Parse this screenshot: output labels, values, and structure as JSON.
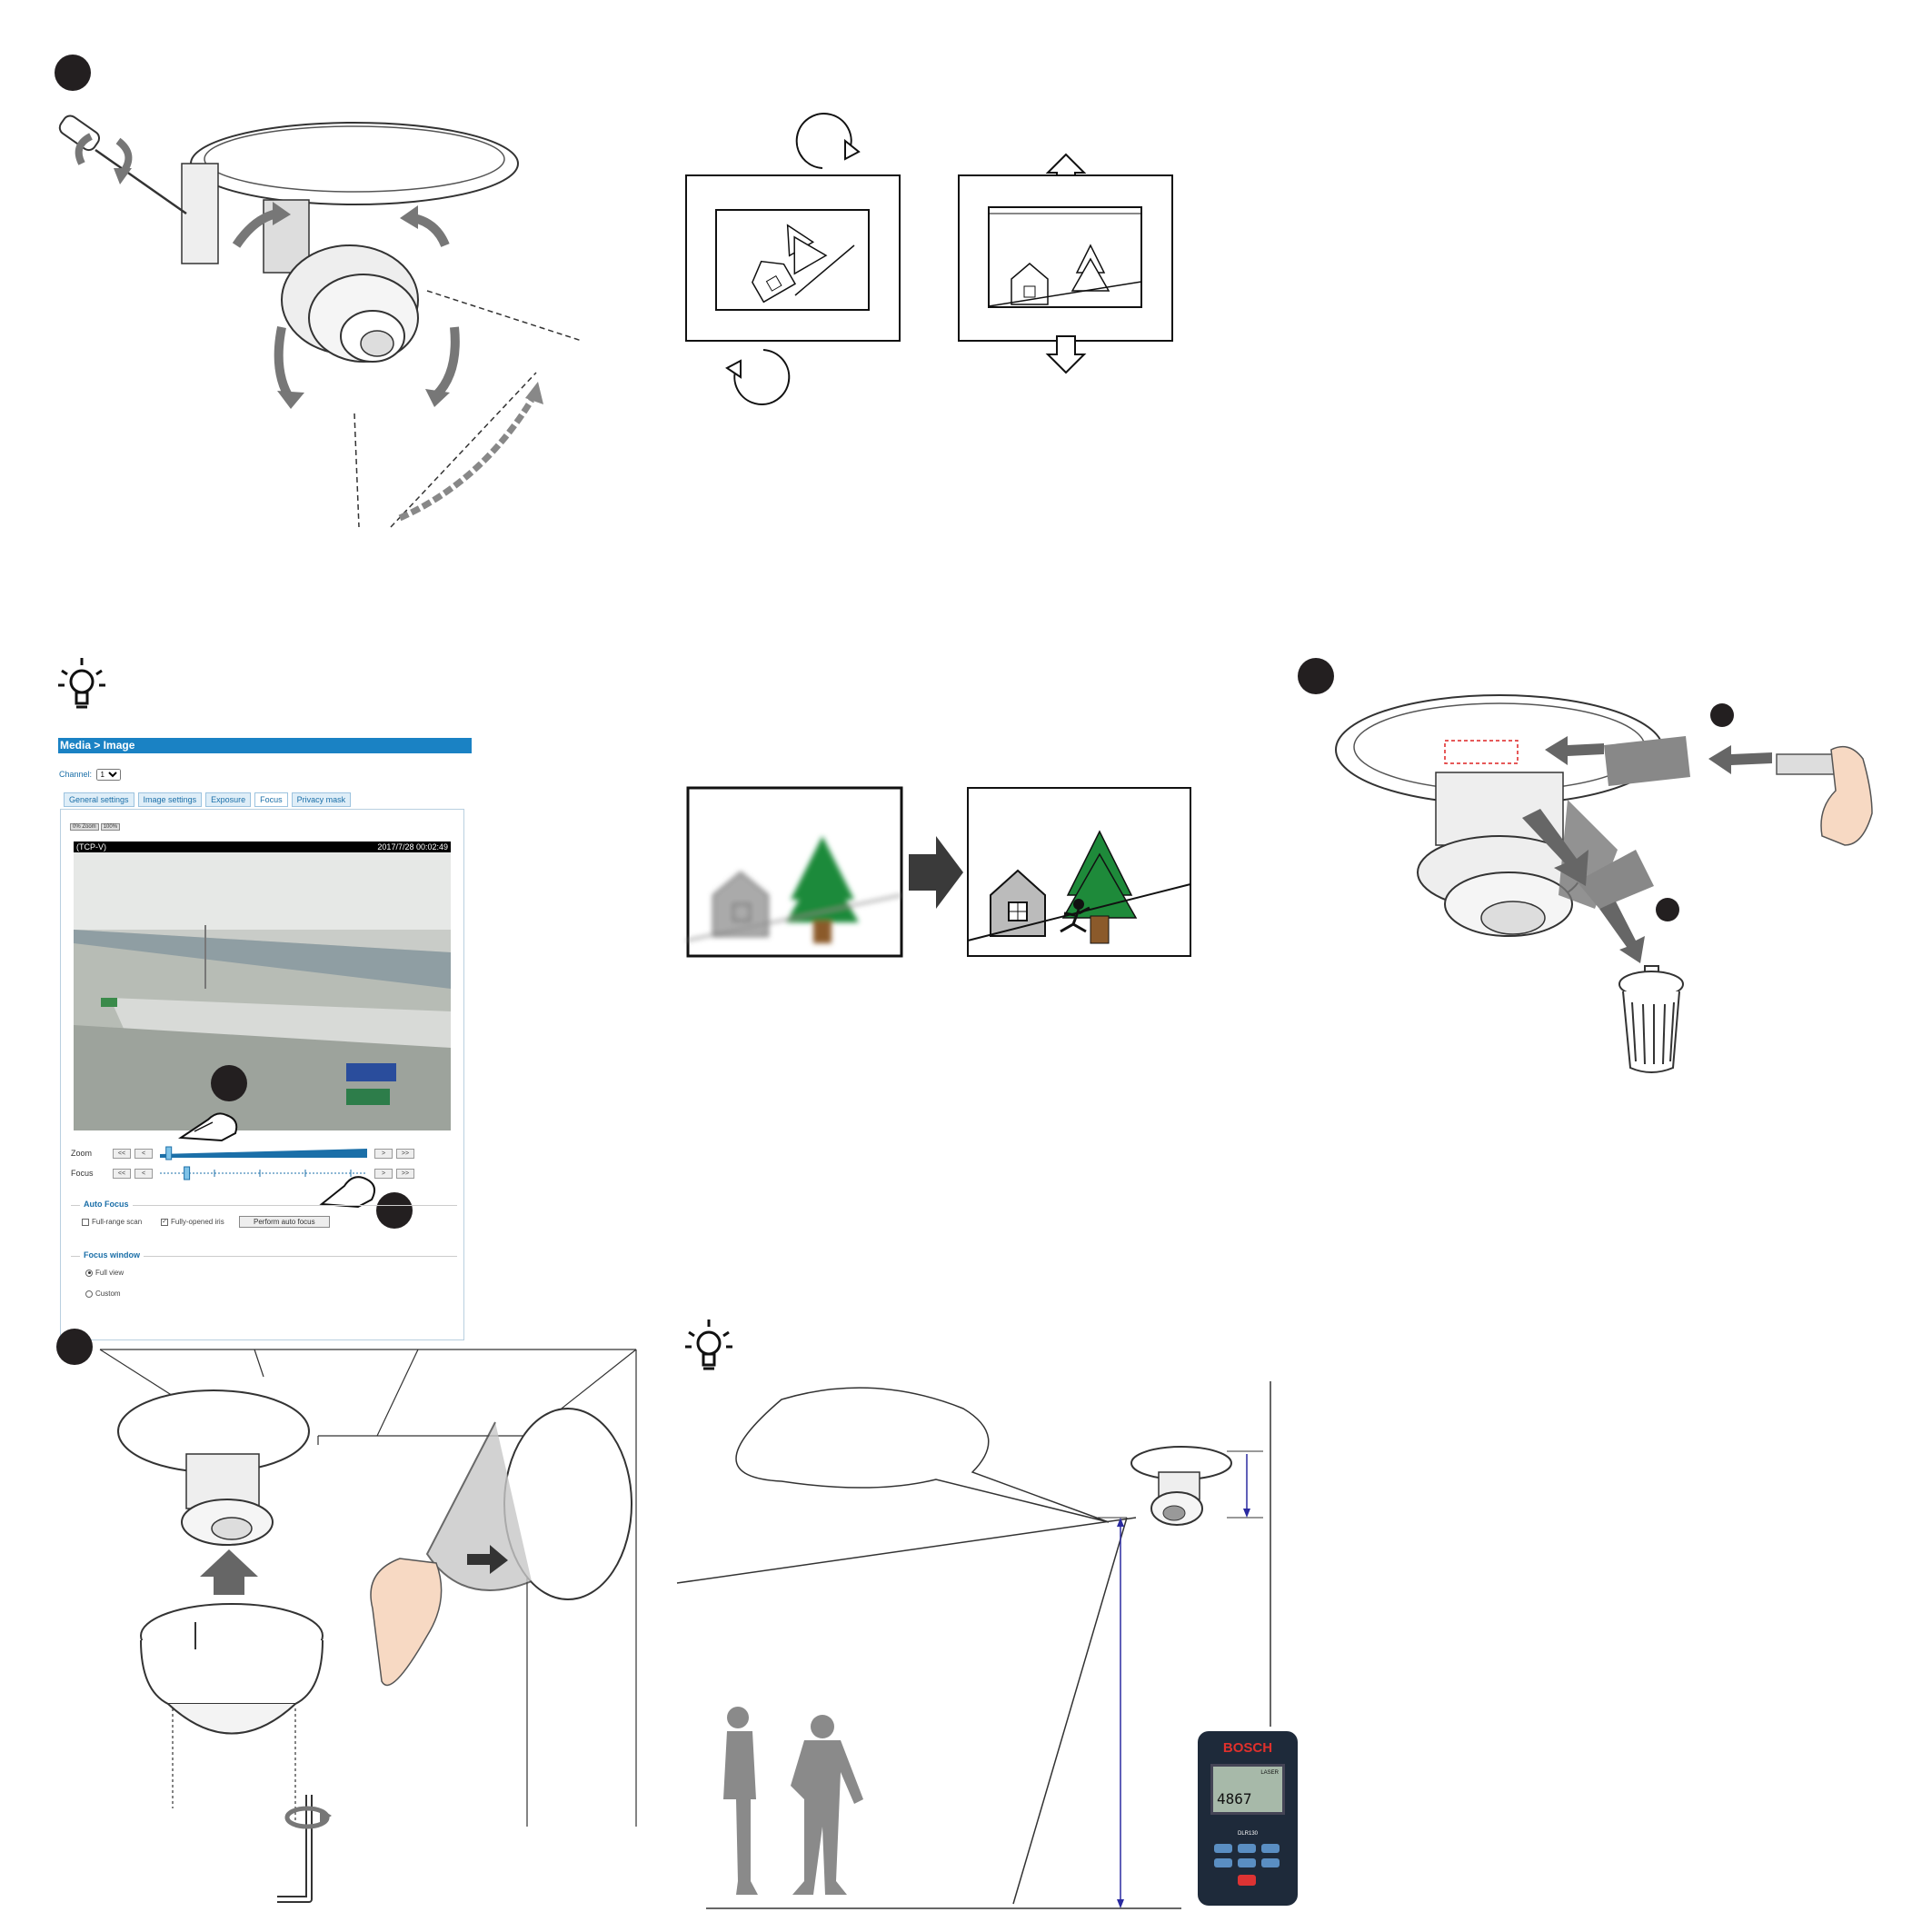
{
  "ui_panel": {
    "breadcrumb": "Media > Image",
    "channel_label": "Channel:",
    "channel_value": "1",
    "tabs": [
      "General settings",
      "Image settings",
      "Exposure",
      "Focus",
      "Privacy mask"
    ],
    "active_tab": "Focus",
    "mini_toolbar": [
      "0% Zoom",
      "100%"
    ],
    "video": {
      "camera_label": "(TCP-V)",
      "timestamp": "2017/7/28 00:02:49"
    },
    "zoom": {
      "label": "Zoom",
      "buttons": [
        "<<",
        "<",
        ">",
        ">>"
      ],
      "level": 0.03
    },
    "focus": {
      "label": "Focus",
      "buttons": [
        "<<",
        "<",
        ">",
        ">>"
      ],
      "level": 0.12
    },
    "auto_focus": {
      "title": "Auto Focus",
      "full_range_scan": "Full-range scan",
      "fully_opened_iris": "Fully-opened iris",
      "perform_button": "Perform auto focus"
    },
    "focus_window": {
      "title": "Focus window",
      "full_view": "Full view",
      "custom": "Custom",
      "selected": "Full view"
    }
  },
  "rangefinder": {
    "brand": "BOSCH",
    "reading": "4867",
    "mode": "LASER",
    "model": "DLR130"
  },
  "colors": {
    "header_blue": "#1a82c4",
    "tree_green": "#1e8a3a",
    "trunk_brown": "#8b5a2b",
    "step_dot": "#231f20",
    "arrow_gray": "#666666"
  },
  "icons": [
    "screwdriver-icon",
    "rotate-arrow-icon",
    "tip-lightbulb-icon",
    "hand-pointer-icon",
    "trash-can-icon",
    "hex-key-icon",
    "right-arrow-icon"
  ]
}
